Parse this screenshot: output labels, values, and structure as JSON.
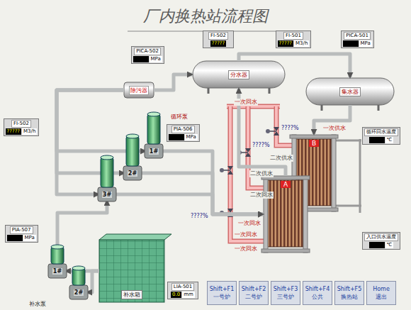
{
  "diagram": {
    "title": "厂内换热站流程图",
    "nodes": [
      {
        "text": [
          "除污器"
        ]
      },
      {
        "text": [
          "分水器"
        ]
      },
      {
        "text": [
          "集水器"
        ]
      },
      {
        "text": [
          "1#"
        ]
      },
      {
        "text": [
          "2#"
        ]
      },
      {
        "text": [
          "3#"
        ]
      },
      {
        "text": [
          "1#"
        ]
      },
      {
        "text": [
          "2#"
        ]
      },
      {
        "text": [
          "补水箱"
        ]
      },
      {
        "text": [
          "B"
        ]
      },
      {
        "text": [
          "A"
        ]
      },
      {
        "text": [
          "PICA-502",
          "MPa"
        ]
      },
      {
        "text": [
          "FI-502",
          "?????"
        ]
      },
      {
        "text": [
          "FI-501",
          "?????",
          "M3/h"
        ]
      },
      {
        "text": [
          "PICA-501",
          "MPa"
        ]
      },
      {
        "text": [
          "FI-502",
          "?????",
          "M3/h"
        ]
      },
      {
        "text": [
          "PIA-506",
          "MPa"
        ]
      },
      {
        "text": [
          "PIA-507",
          "MPa"
        ]
      },
      {
        "text": [
          "LIA-501",
          "0.0",
          "mm"
        ]
      },
      {
        "text": [
          "循环回水温度",
          "℃"
        ]
      },
      {
        "text": [
          "入口供水温度",
          "℃"
        ]
      },
      {
        "text": [
          "Shift+F1",
          "一号炉"
        ]
      },
      {
        "text": [
          "Shift+F2",
          "二号炉"
        ]
      },
      {
        "text": [
          "Shift+F3",
          "三号炉"
        ]
      },
      {
        "text": [
          "Shift+F4",
          "公共"
        ]
      },
      {
        "text": [
          "Shift+F5",
          "换热站"
        ]
      },
      {
        "text": [
          "Home",
          "退出"
        ]
      }
    ],
    "edges": [
      {
        "from": 0,
        "to": 1,
        "arrow": "to"
      },
      {
        "from": 1,
        "to": 2,
        "arrow": "to"
      },
      {
        "from": 0,
        "to": 3,
        "arrow": "to"
      },
      {
        "from": 0,
        "to": 4,
        "arrow": "to"
      },
      {
        "from": 0,
        "to": 5,
        "arrow": "to"
      },
      {
        "from": 3,
        "to": 10,
        "arrow": "to"
      },
      {
        "from": 4,
        "to": 10,
        "arrow": "to"
      },
      {
        "from": 5,
        "to": 10,
        "arrow": "to"
      },
      {
        "from": 10,
        "to": 1,
        "arrow": "to"
      },
      {
        "from": 2,
        "to": 9,
        "arrow": "to"
      },
      {
        "from": 8,
        "to": 6,
        "arrow": "to"
      },
      {
        "from": 8,
        "to": 7,
        "arrow": "to"
      },
      {
        "from": 6,
        "to": 5,
        "arrow": "to"
      }
    ],
    "labels": [
      "循环泵",
      "补水泵",
      "一次回水",
      "一次供水",
      "????%",
      "????%",
      "????%",
      "二次供水",
      "二次供水",
      "二次回水",
      "一次回水",
      "一次回水",
      "一次回水"
    ]
  }
}
